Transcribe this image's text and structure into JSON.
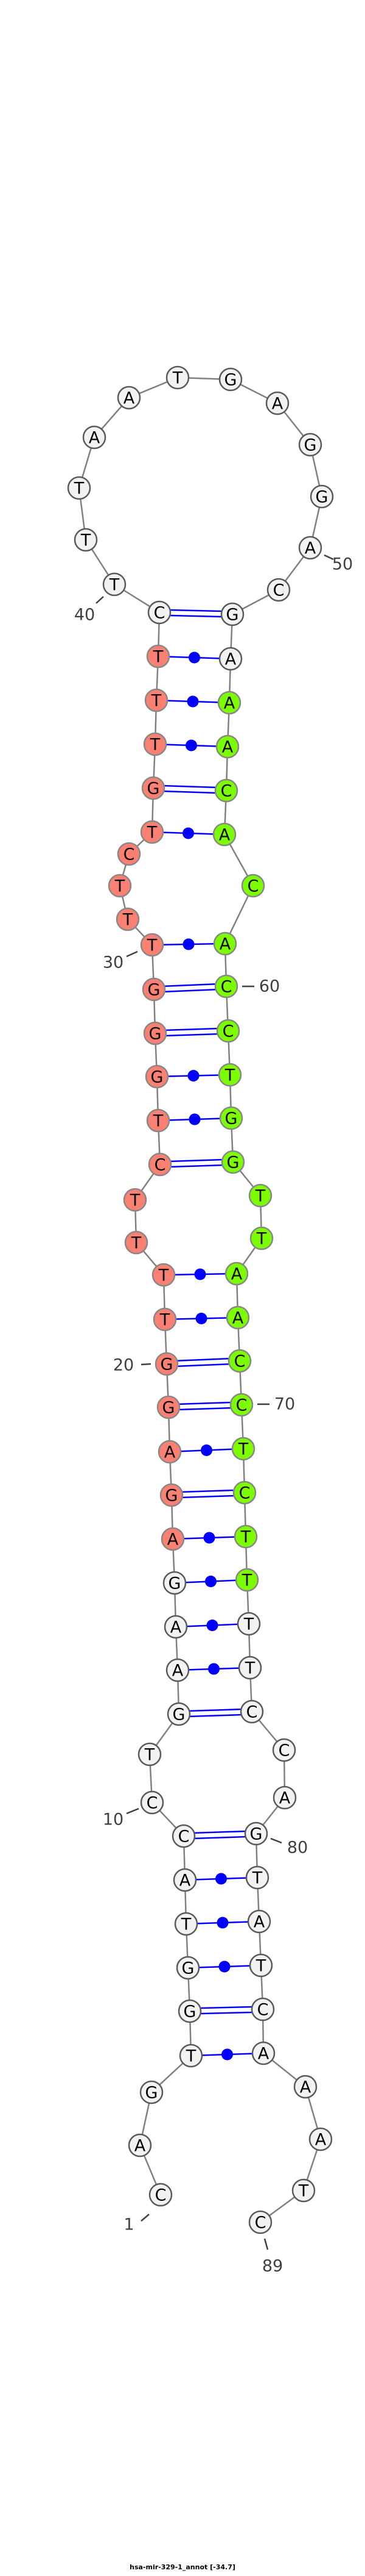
{
  "title": "hsa-mir-329-1_annot [-34.7]",
  "sequence": [
    "C",
    "A",
    "G",
    "T",
    "G",
    "G",
    "T",
    "A",
    "C",
    "C",
    "T",
    "G",
    "A",
    "A",
    "G",
    "A",
    "G",
    "A",
    "G",
    "G",
    "T",
    "T",
    "T",
    "T",
    "C",
    "T",
    "G",
    "G",
    "G",
    "T",
    "T",
    "T",
    "C",
    "T",
    "G",
    "T",
    "T",
    "T",
    "C",
    "T",
    "T",
    "T",
    "A",
    "A",
    "T",
    "G",
    "A",
    "G",
    "G",
    "A",
    "C",
    "G",
    "A",
    "A",
    "A",
    "C",
    "A",
    "C",
    "A",
    "C",
    "C",
    "T",
    "G",
    "G",
    "T",
    "T",
    "A",
    "A",
    "C",
    "C",
    "T",
    "C",
    "T",
    "T",
    "T",
    "T",
    "C",
    "C",
    "A",
    "G",
    "T",
    "A",
    "T",
    "C",
    "A",
    "A",
    "A",
    "T",
    "C"
  ],
  "pairs": [
    [
      39,
      52
    ],
    [
      38,
      53
    ],
    [
      37,
      54
    ],
    [
      36,
      55
    ],
    [
      35,
      56
    ],
    [
      34,
      57
    ],
    [
      30,
      59
    ],
    [
      29,
      60
    ],
    [
      28,
      61
    ],
    [
      27,
      62
    ],
    [
      26,
      63
    ],
    [
      25,
      64
    ],
    [
      22,
      67
    ],
    [
      21,
      68
    ],
    [
      20,
      69
    ],
    [
      19,
      70
    ],
    [
      18,
      71
    ],
    [
      17,
      72
    ],
    [
      16,
      73
    ],
    [
      15,
      74
    ],
    [
      14,
      75
    ],
    [
      13,
      76
    ],
    [
      12,
      77
    ],
    [
      9,
      80
    ],
    [
      8,
      81
    ],
    [
      7,
      82
    ],
    [
      6,
      83
    ],
    [
      5,
      84
    ],
    [
      4,
      85
    ]
  ],
  "highlights": [
    {
      "start": 16,
      "end": 38,
      "color": "#fa8072"
    },
    {
      "start": 54,
      "end": 74,
      "color": "#7cfc00"
    }
  ],
  "colors": {
    "default_fill": "#f2f2f2",
    "default_stroke": "#5a5a5a",
    "highlight_stroke": "#888888",
    "pair": "#0000ff",
    "backbone": "#808080"
  },
  "position_labels": [
    "1",
    "10",
    "20",
    "30",
    "40",
    "50",
    "60",
    "70",
    "80",
    "89"
  ]
}
